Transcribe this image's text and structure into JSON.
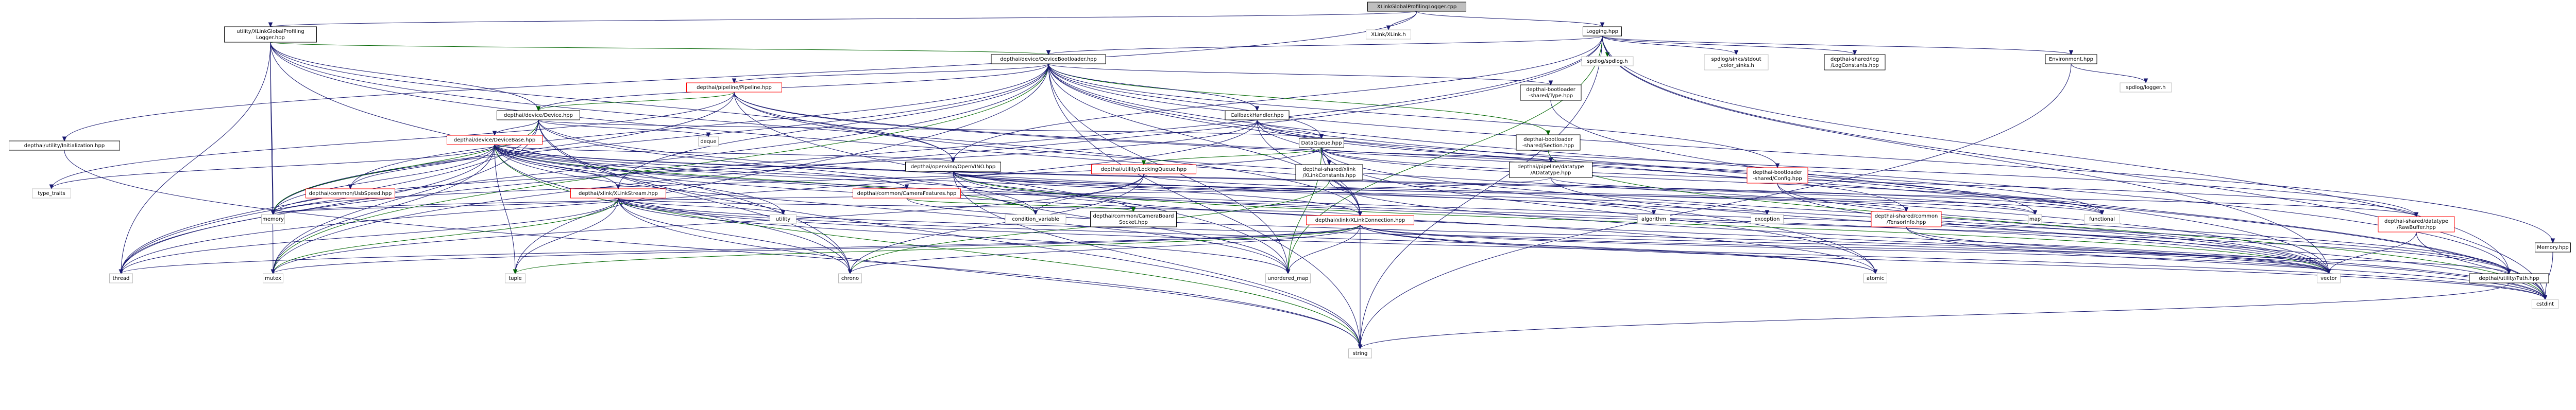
{
  "colors": {
    "background": "#ffffff",
    "node_border": "#bfbfbf",
    "node_fill": "#ffffff",
    "root_fill": "#bfbfbf",
    "root_border": "#000000",
    "edge_default": "#191970",
    "edge_alt": "#006400",
    "red_text": "#ff0000",
    "node_text": "#000000"
  },
  "nodes": [
    {
      "id": "root",
      "lines": [
        "XLinkGlobalProfilingLogger.cpp"
      ],
      "style": "root"
    },
    {
      "id": "profilingLogger",
      "lines": [
        "utility/XLinkGlobalProfiling",
        "Logger.hpp"
      ],
      "style": "doc"
    },
    {
      "id": "xlinkh",
      "lines": [
        "XLink/XLink.h"
      ],
      "style": "plain"
    },
    {
      "id": "logging",
      "lines": [
        "Logging.hpp"
      ],
      "style": "doc"
    },
    {
      "id": "utilInit",
      "lines": [
        "depthai/utility/Initialization.hpp"
      ],
      "style": "doc"
    },
    {
      "id": "bootloader",
      "lines": [
        "depthai/device/DeviceBootloader.hpp"
      ],
      "style": "doc"
    },
    {
      "id": "spdlog",
      "lines": [
        "spdlog/spdlog.h"
      ],
      "style": "plain"
    },
    {
      "id": "stdoutSinks",
      "lines": [
        "spdlog/sinks/stdout",
        "_color_sinks.h"
      ],
      "style": "plain"
    },
    {
      "id": "logConst",
      "lines": [
        "depthai-shared/log",
        "/LogConstants.hpp"
      ],
      "style": "doc"
    },
    {
      "id": "environment",
      "lines": [
        "Environment.hpp"
      ],
      "style": "doc"
    },
    {
      "id": "spdLogger",
      "lines": [
        "spdlog/logger.h"
      ],
      "style": "plain"
    },
    {
      "id": "pipeline",
      "lines": [
        "depthai/pipeline/Pipeline.hpp"
      ],
      "style": "red"
    },
    {
      "id": "blType",
      "lines": [
        "depthai-bootloader",
        "-shared/Type.hpp"
      ],
      "style": "doc"
    },
    {
      "id": "device",
      "lines": [
        "depthai/device/Device.hpp"
      ],
      "style": "doc"
    },
    {
      "id": "callback",
      "lines": [
        "CallbackHandler.hpp"
      ],
      "style": "doc"
    },
    {
      "id": "blSection",
      "lines": [
        "depthai-bootloader",
        "-shared/Section.hpp"
      ],
      "style": "doc"
    },
    {
      "id": "deque",
      "lines": [
        "deque"
      ],
      "style": "plain"
    },
    {
      "id": "dataQueue",
      "lines": [
        "DataQueue.hpp"
      ],
      "style": "doc"
    },
    {
      "id": "deviceBase",
      "lines": [
        "depthai/device/DeviceBase.hpp"
      ],
      "style": "red"
    },
    {
      "id": "openvino",
      "lines": [
        "depthai/openvino/OpenVINO.hpp"
      ],
      "style": "doc"
    },
    {
      "id": "lockingQueue",
      "lines": [
        "depthai/utility/LockingQueue.hpp"
      ],
      "style": "red"
    },
    {
      "id": "xlinkConst",
      "lines": [
        "depthai-shared/xlink",
        "/XLinkConstants.hpp"
      ],
      "style": "doc"
    },
    {
      "id": "rawDatatype",
      "lines": [
        "depthai/pipeline/datatype",
        "/ADatatype.hpp"
      ],
      "style": "doc"
    },
    {
      "id": "blConfig",
      "lines": [
        "depthai-bootloader",
        "-shared/Config.hpp"
      ],
      "style": "red"
    },
    {
      "id": "typeTraits",
      "lines": [
        "type_traits"
      ],
      "style": "plain"
    },
    {
      "id": "usbSpeed",
      "lines": [
        "depthai/common/UsbSpeed.hpp"
      ],
      "style": "red"
    },
    {
      "id": "xlinkStream",
      "lines": [
        "depthai/xlink/XLinkStream.hpp"
      ],
      "style": "red"
    },
    {
      "id": "camFeatures",
      "lines": [
        "depthai/common/CameraFeatures.hpp"
      ],
      "style": "red"
    },
    {
      "id": "memory",
      "lines": [
        "memory"
      ],
      "style": "plain"
    },
    {
      "id": "utility",
      "lines": [
        "utility"
      ],
      "style": "plain"
    },
    {
      "id": "condVar",
      "lines": [
        "condition_variable"
      ],
      "style": "plain"
    },
    {
      "id": "camBoardSocket",
      "lines": [
        "depthai/common/CameraBoard",
        "Socket.hpp"
      ],
      "style": "doc"
    },
    {
      "id": "xlinkConnection",
      "lines": [
        "depthai/xlink/XLinkConnection.hpp"
      ],
      "style": "red"
    },
    {
      "id": "algorithm",
      "lines": [
        "algorithm"
      ],
      "style": "plain"
    },
    {
      "id": "exception",
      "lines": [
        "exception"
      ],
      "style": "plain"
    },
    {
      "id": "tensorInfo",
      "lines": [
        "depthai-shared/common",
        "/TensorInfo.hpp"
      ],
      "style": "red"
    },
    {
      "id": "map",
      "lines": [
        "map"
      ],
      "style": "plain"
    },
    {
      "id": "functional",
      "lines": [
        "functional"
      ],
      "style": "plain"
    },
    {
      "id": "rawBuffer",
      "lines": [
        "depthai-shared/datatype",
        "/RawBuffer.hpp"
      ],
      "style": "red"
    },
    {
      "id": "memoryHpp",
      "lines": [
        "Memory.hpp"
      ],
      "style": "doc"
    },
    {
      "id": "thread",
      "lines": [
        "thread"
      ],
      "style": "plain"
    },
    {
      "id": "mutex",
      "lines": [
        "mutex"
      ],
      "style": "plain"
    },
    {
      "id": "tuple",
      "lines": [
        "tuple"
      ],
      "style": "plain"
    },
    {
      "id": "chrono",
      "lines": [
        "chrono"
      ],
      "style": "plain"
    },
    {
      "id": "unorderedMap",
      "lines": [
        "unordered_map"
      ],
      "style": "plain"
    },
    {
      "id": "atomic",
      "lines": [
        "atomic"
      ],
      "style": "plain"
    },
    {
      "id": "vector",
      "lines": [
        "vector"
      ],
      "style": "plain"
    },
    {
      "id": "utilPath",
      "lines": [
        "depthai/utility/Path.hpp"
      ],
      "style": "doc"
    },
    {
      "id": "cstdint",
      "lines": [
        "cstdint"
      ],
      "style": "plain"
    },
    {
      "id": "string",
      "lines": [
        "string"
      ],
      "style": "plain"
    }
  ],
  "edges": [
    [
      "root",
      "profilingLogger"
    ],
    [
      "root",
      "xlinkh"
    ],
    [
      "root",
      "logging"
    ],
    [
      "root",
      "utilInit"
    ],
    [
      "profilingLogger",
      "bootloader"
    ],
    [
      "profilingLogger",
      "device"
    ],
    [
      "profilingLogger",
      "openvino"
    ],
    [
      "profilingLogger",
      "thread"
    ],
    [
      "profilingLogger",
      "mutex"
    ],
    [
      "profilingLogger",
      "atomic"
    ],
    [
      "profilingLogger",
      "xlinkConnection"
    ],
    [
      "profilingLogger",
      "chrono"
    ],
    [
      "profilingLogger",
      "memory"
    ],
    [
      "logging",
      "spdlog"
    ],
    [
      "logging",
      "stdoutSinks"
    ],
    [
      "logging",
      "logConst"
    ],
    [
      "logging",
      "environment"
    ],
    [
      "logging",
      "bootloader"
    ],
    [
      "logging",
      "openvino"
    ],
    [
      "logging",
      "thread"
    ],
    [
      "logging",
      "mutex"
    ],
    [
      "logging",
      "string"
    ],
    [
      "logging",
      "unorderedMap"
    ],
    [
      "logging",
      "vector"
    ],
    [
      "logging",
      "cstdint"
    ],
    [
      "logging",
      "utilPath"
    ],
    [
      "environment",
      "spdLogger"
    ],
    [
      "environment",
      "string"
    ],
    [
      "utilInit",
      "string"
    ],
    [
      "bootloader",
      "pipeline"
    ],
    [
      "bootloader",
      "blType"
    ],
    [
      "bootloader",
      "blSection"
    ],
    [
      "bootloader",
      "callback"
    ],
    [
      "bootloader",
      "dataQueue"
    ],
    [
      "bootloader",
      "blConfig"
    ],
    [
      "bootloader",
      "memoryHpp"
    ],
    [
      "bootloader",
      "usbSpeed"
    ],
    [
      "bootloader",
      "xlinkStream"
    ],
    [
      "bootloader",
      "xlinkConnection"
    ],
    [
      "bootloader",
      "thread"
    ],
    [
      "bootloader",
      "mutex"
    ],
    [
      "bootloader",
      "memory"
    ],
    [
      "bootloader",
      "string"
    ],
    [
      "bootloader",
      "vector"
    ],
    [
      "bootloader",
      "unorderedMap"
    ],
    [
      "bootloader",
      "utilPath"
    ],
    [
      "bootloader",
      "cstdint"
    ],
    [
      "bootloader",
      "device"
    ],
    [
      "bootloader",
      "tuple"
    ],
    [
      "pipeline",
      "device"
    ],
    [
      "pipeline",
      "openvino"
    ],
    [
      "pipeline",
      "tensorInfo"
    ],
    [
      "pipeline",
      "map"
    ],
    [
      "pipeline",
      "memory"
    ],
    [
      "pipeline",
      "unorderedMap"
    ],
    [
      "pipeline",
      "vector"
    ],
    [
      "pipeline",
      "typeTraits"
    ],
    [
      "blType",
      "cstdint"
    ],
    [
      "blSection",
      "cstdint"
    ],
    [
      "device",
      "deviceBase"
    ],
    [
      "device",
      "dataQueue"
    ],
    [
      "device",
      "deque"
    ],
    [
      "device",
      "condVar"
    ],
    [
      "device",
      "string"
    ],
    [
      "device",
      "vector"
    ],
    [
      "device",
      "chrono"
    ],
    [
      "device",
      "mutex"
    ],
    [
      "device",
      "memory"
    ],
    [
      "device",
      "thread"
    ],
    [
      "callback",
      "dataQueue"
    ],
    [
      "callback",
      "xlinkConnection"
    ],
    [
      "callback",
      "xlinkConst"
    ],
    [
      "callback",
      "rawBuffer"
    ],
    [
      "callback",
      "functional"
    ],
    [
      "callback",
      "memory"
    ],
    [
      "callback",
      "thread"
    ],
    [
      "dataQueue",
      "lockingQueue"
    ],
    [
      "dataQueue",
      "xlinkConst"
    ],
    [
      "dataQueue",
      "rawDatatype"
    ],
    [
      "dataQueue",
      "rawBuffer"
    ],
    [
      "dataQueue",
      "xlinkConnection"
    ],
    [
      "dataQueue",
      "atomic"
    ],
    [
      "dataQueue",
      "functional"
    ],
    [
      "dataQueue",
      "memory"
    ],
    [
      "dataQueue",
      "vector"
    ],
    [
      "dataQueue",
      "unorderedMap"
    ],
    [
      "deviceBase",
      "typeTraits"
    ],
    [
      "deviceBase",
      "usbSpeed"
    ],
    [
      "deviceBase",
      "xlinkStream"
    ],
    [
      "deviceBase",
      "camFeatures"
    ],
    [
      "deviceBase",
      "openvino"
    ],
    [
      "deviceBase",
      "camBoardSocket"
    ],
    [
      "deviceBase",
      "xlinkConnection"
    ],
    [
      "deviceBase",
      "memory"
    ],
    [
      "deviceBase",
      "condVar"
    ],
    [
      "deviceBase",
      "utility"
    ],
    [
      "deviceBase",
      "thread"
    ],
    [
      "deviceBase",
      "mutex"
    ],
    [
      "deviceBase",
      "tuple"
    ],
    [
      "deviceBase",
      "chrono"
    ],
    [
      "deviceBase",
      "unorderedMap"
    ],
    [
      "deviceBase",
      "atomic"
    ],
    [
      "deviceBase",
      "vector"
    ],
    [
      "deviceBase",
      "string"
    ],
    [
      "deviceBase",
      "functional"
    ],
    [
      "deviceBase",
      "utilPath"
    ],
    [
      "deviceBase",
      "map"
    ],
    [
      "openvino",
      "algorithm"
    ],
    [
      "openvino",
      "exception"
    ],
    [
      "openvino",
      "tensorInfo"
    ],
    [
      "openvino",
      "map"
    ],
    [
      "openvino",
      "string"
    ],
    [
      "openvino",
      "vector"
    ],
    [
      "openvino",
      "unorderedMap"
    ],
    [
      "openvino",
      "utilPath"
    ],
    [
      "openvino",
      "cstdint"
    ],
    [
      "lockingQueue",
      "condVar"
    ],
    [
      "lockingQueue",
      "functional"
    ],
    [
      "lockingQueue",
      "mutex"
    ],
    [
      "lockingQueue",
      "chrono"
    ],
    [
      "xlinkConst",
      "cstdint"
    ],
    [
      "xlinkConst",
      "chrono"
    ],
    [
      "rawDatatype",
      "rawBuffer"
    ],
    [
      "rawDatatype",
      "memory"
    ],
    [
      "rawDatatype",
      "vector"
    ],
    [
      "blConfig",
      "cstdint"
    ],
    [
      "blConfig",
      "utilPath"
    ],
    [
      "xlinkStream",
      "xlinkConnection"
    ],
    [
      "xlinkStream",
      "memory"
    ],
    [
      "xlinkStream",
      "thread"
    ],
    [
      "xlinkStream",
      "mutex"
    ],
    [
      "xlinkStream",
      "atomic"
    ],
    [
      "xlinkStream",
      "vector"
    ],
    [
      "xlinkStream",
      "string"
    ],
    [
      "xlinkStream",
      "tuple"
    ],
    [
      "xlinkStream",
      "chrono"
    ],
    [
      "xlinkStream",
      "cstdint"
    ],
    [
      "xlinkStream",
      "unorderedMap"
    ],
    [
      "xlinkStream",
      "utility"
    ],
    [
      "camFeatures",
      "camBoardSocket"
    ],
    [
      "camFeatures",
      "vector"
    ],
    [
      "xlinkConnection",
      "thread"
    ],
    [
      "xlinkConnection",
      "mutex"
    ],
    [
      "xlinkConnection",
      "chrono"
    ],
    [
      "xlinkConnection",
      "string"
    ],
    [
      "xlinkConnection",
      "vector"
    ],
    [
      "xlinkConnection",
      "atomic"
    ],
    [
      "xlinkConnection",
      "unorderedMap"
    ],
    [
      "xlinkConnection",
      "tuple"
    ],
    [
      "xlinkConnection",
      "utilPath"
    ],
    [
      "xlinkConnection",
      "cstdint"
    ],
    [
      "tensorInfo",
      "vector"
    ],
    [
      "tensorInfo",
      "cstdint"
    ],
    [
      "rawBuffer",
      "vector"
    ],
    [
      "rawBuffer",
      "cstdint"
    ],
    [
      "memoryHpp",
      "cstdint"
    ],
    [
      "utilPath",
      "string"
    ]
  ]
}
